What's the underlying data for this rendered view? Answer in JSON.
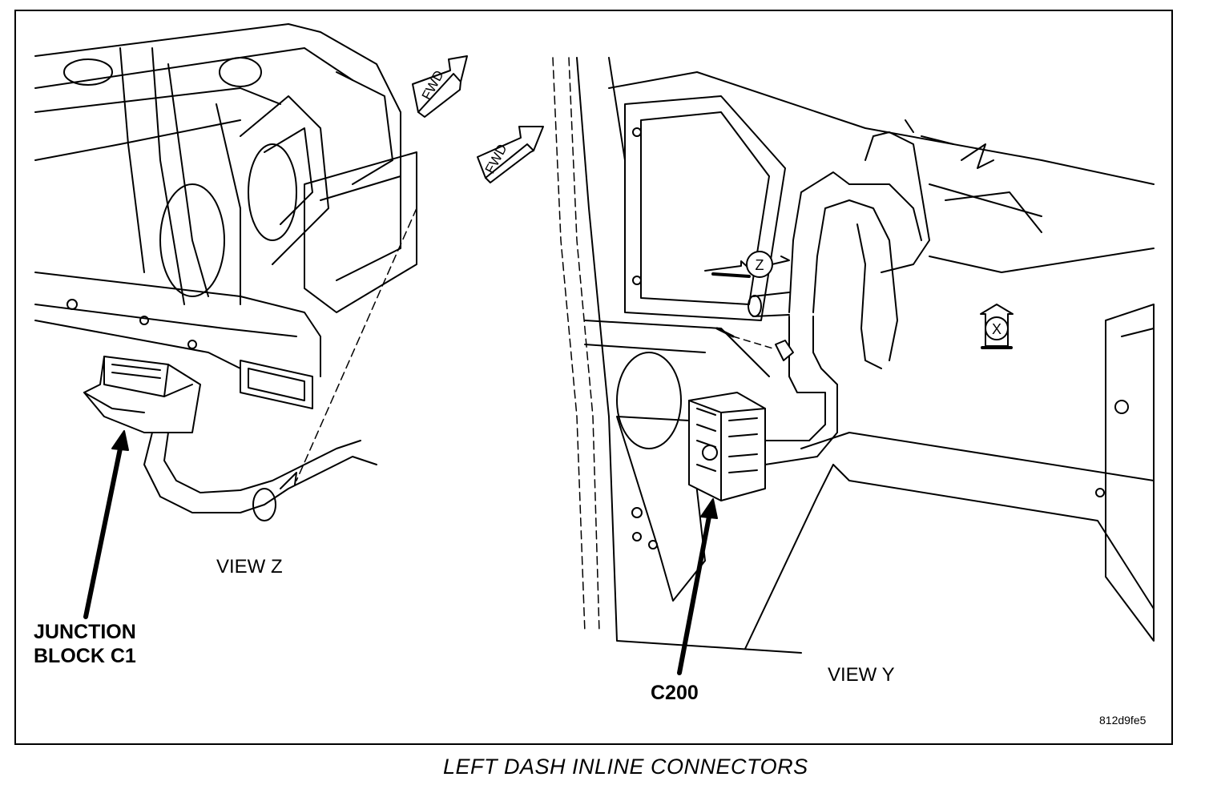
{
  "diagram": {
    "caption": "LEFT DASH INLINE CONNECTORS",
    "figure_code": "812d9fe5",
    "left_panel": {
      "view_label": "VIEW Z",
      "callout_line1": "JUNCTION",
      "callout_line2": "BLOCK C1",
      "fwd_label": "FWD"
    },
    "right_panel": {
      "view_label": "VIEW Y",
      "callout": "C200",
      "fwd_label": "FWD",
      "view_z_marker": "Z",
      "view_x_marker": "X"
    }
  }
}
